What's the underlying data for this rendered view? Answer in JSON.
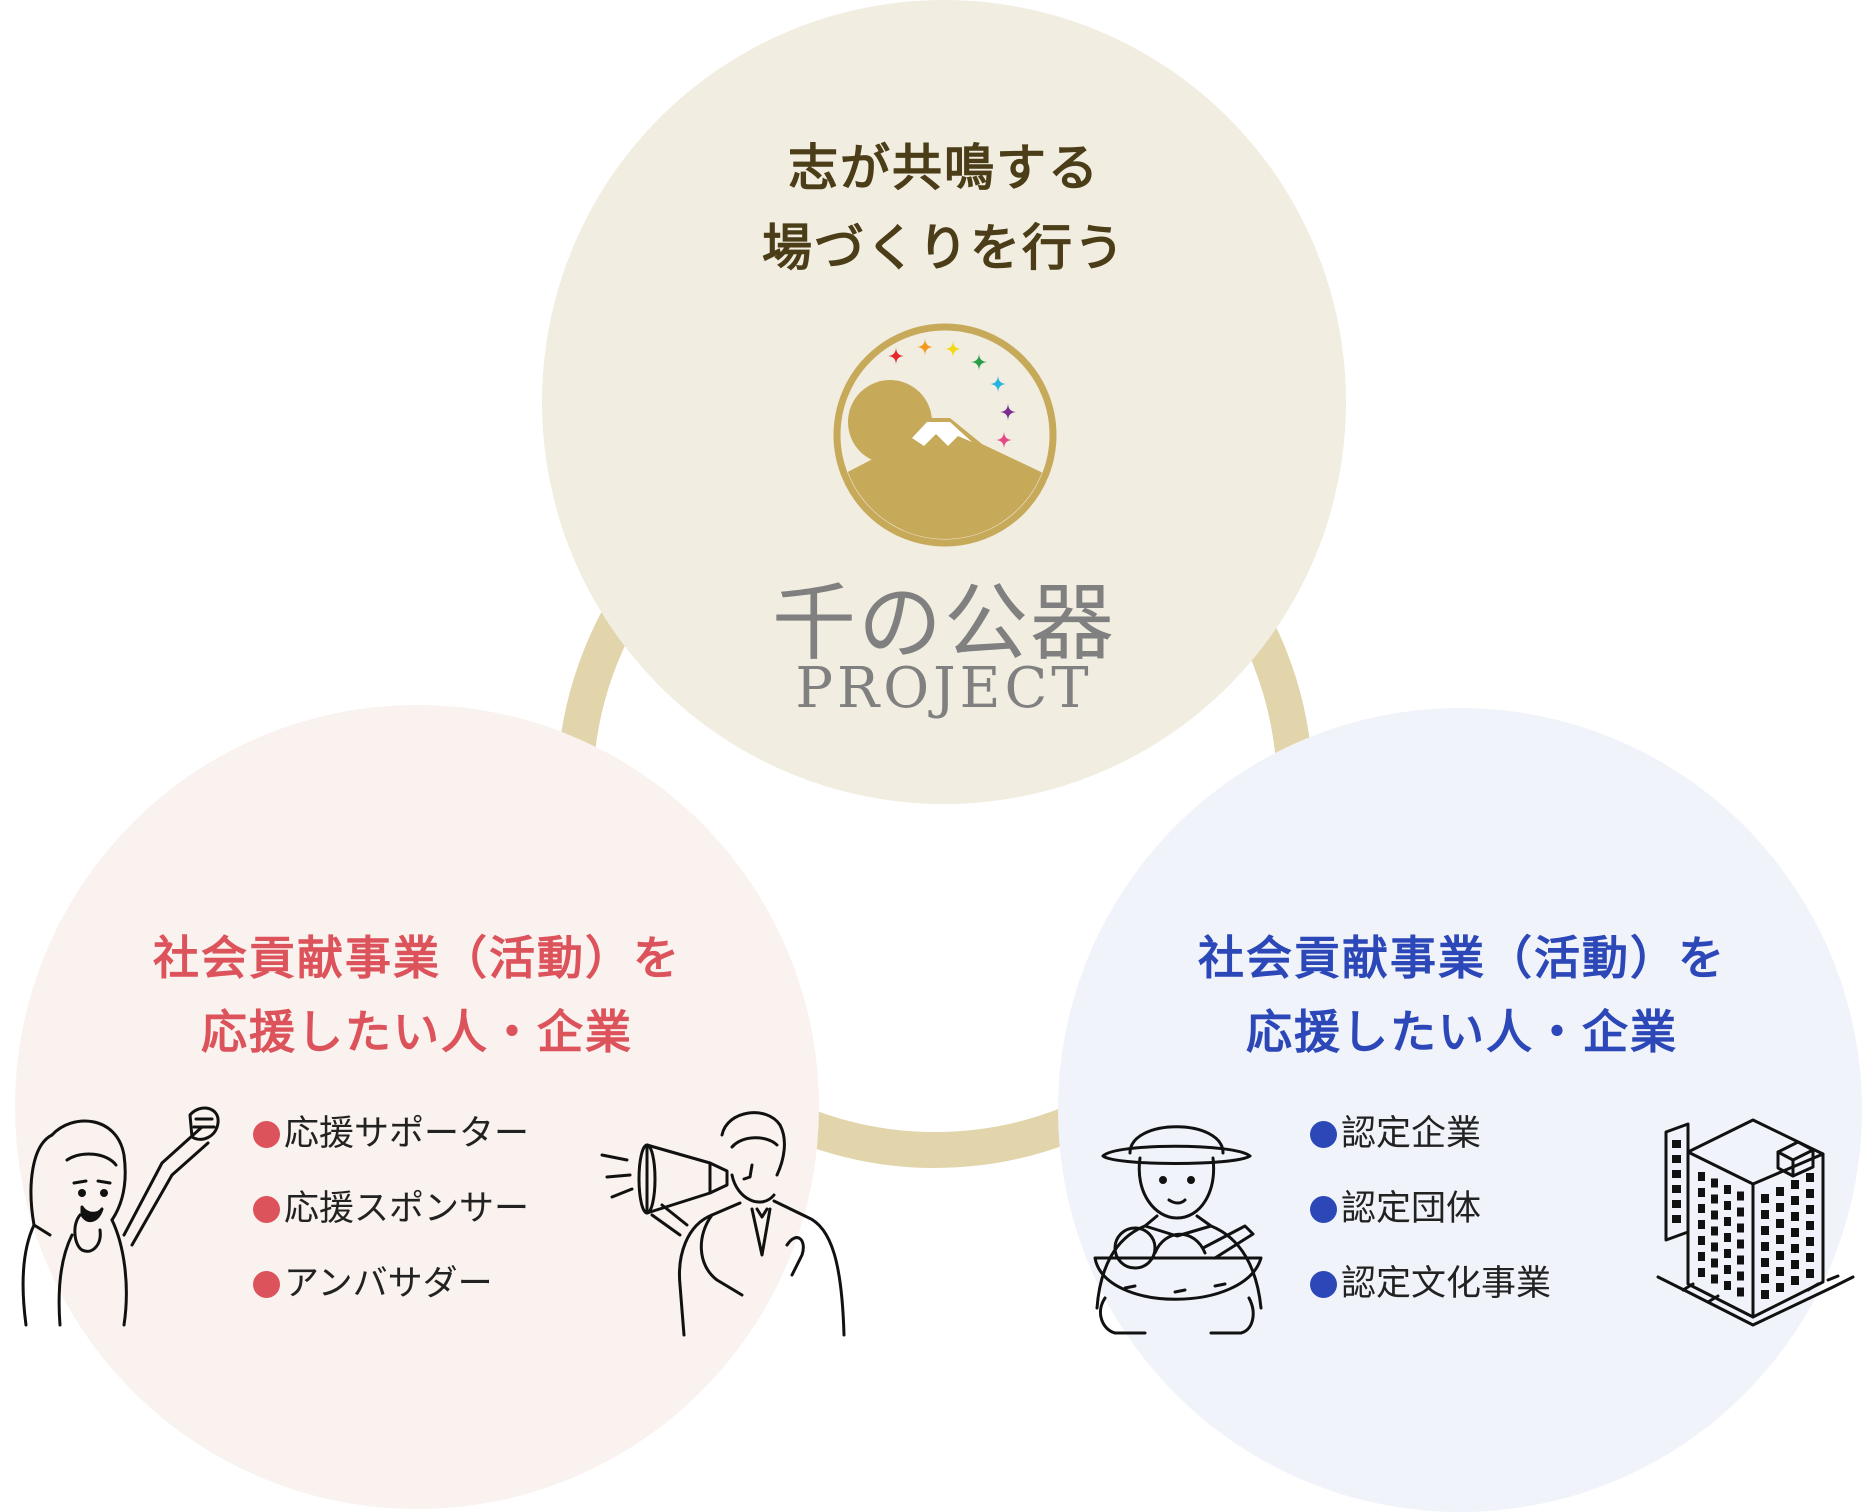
{
  "colors": {
    "ring": "#e2d5ac",
    "top_fill": "#f1ede0",
    "left_fill": "#f9f2ee",
    "right_fill": "#f0f3f9",
    "top_text": "#4a3d17",
    "left_text": "#dc535b",
    "right_text": "#2c47b8",
    "logo_gold": "#c7a95a",
    "wordmark": "#808080",
    "sparkles": [
      "#e6272b",
      "#f39a1d",
      "#f0d81a",
      "#2a9f48",
      "#25b4e0",
      "#7a2c8f",
      "#e34a86"
    ]
  },
  "top": {
    "heading": [
      "志が共鳴する",
      "場づくりを行う"
    ],
    "logo": {
      "icon": "mount-fuji-sunrise-emblem",
      "title": "千の公器",
      "subtitle": "PROJECT"
    }
  },
  "left": {
    "heading": [
      "社会貢献事業（活動）を",
      "応援したい人・企業"
    ],
    "items": [
      "応援サポーター",
      "応援スポンサー",
      "アンバサダー"
    ],
    "illustrations": [
      "cheering-woman-illustration",
      "megaphone-businessman-illustration"
    ]
  },
  "right": {
    "heading": [
      "社会貢献事業（活動）を",
      "応援したい人・企業"
    ],
    "items": [
      "認定企業",
      "認定団体",
      "認定文化事業"
    ],
    "illustrations": [
      "farmer-with-vegetable-basket-illustration",
      "office-building-illustration"
    ]
  }
}
